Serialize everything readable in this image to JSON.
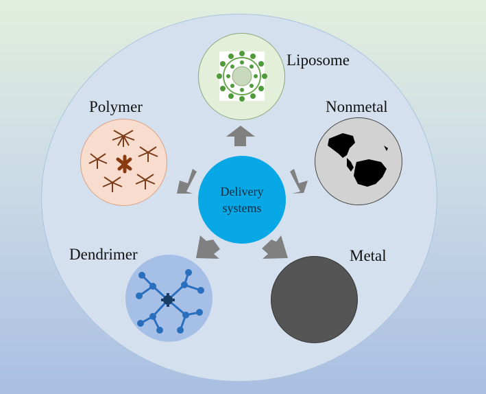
{
  "center": {
    "line1": "Delivery",
    "line2": "systems"
  },
  "systems": {
    "liposome": "Liposome",
    "nonmetal": "Nonmetal",
    "metal": "Metal",
    "dendrimer": "Dendrimer",
    "polymer": "Polymer"
  },
  "colors": {
    "center": "#08a8e7",
    "arrow": "#808080",
    "liposome_bg": "#e3efd8",
    "nonmetal_bg": "#d2d2d2",
    "metal_bg": "#555555",
    "dendrimer_bg": "#a6bfe6",
    "polymer_bg": "#f8dccd"
  }
}
